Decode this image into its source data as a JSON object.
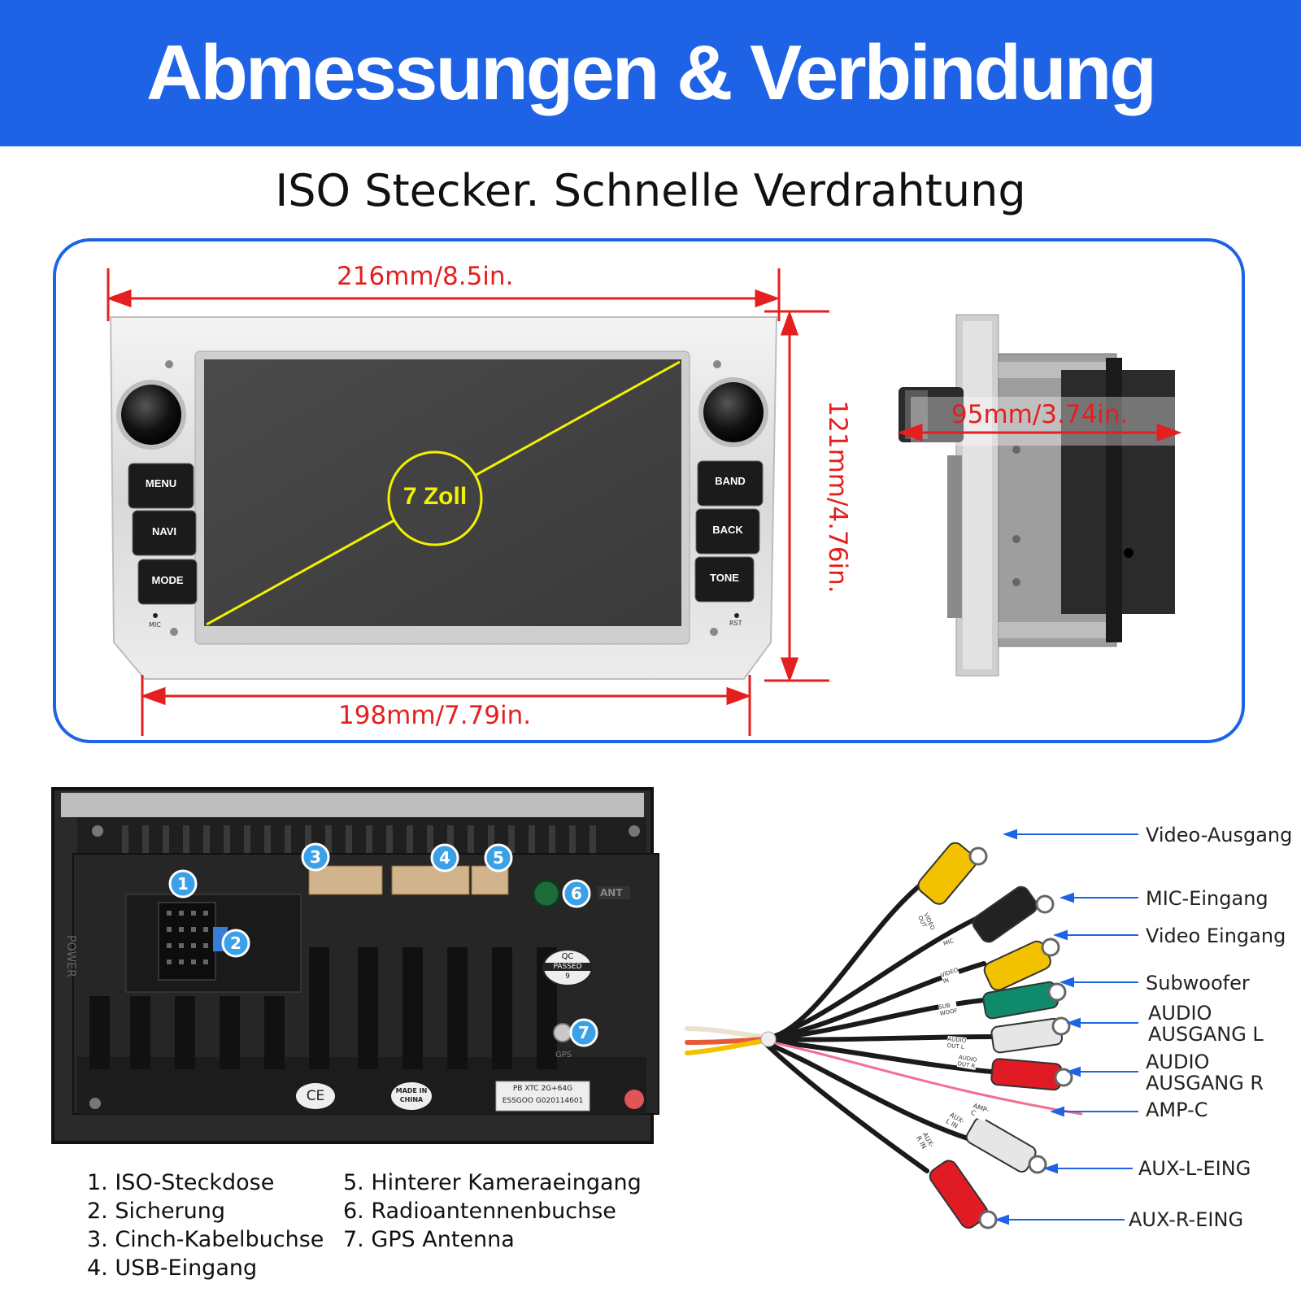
{
  "header": {
    "title": "Abmessungen & Verbindung",
    "background": "#1e63e6"
  },
  "subtitle": "ISO Stecker. Schnelle Verdrahtung",
  "dimensions": {
    "width_top": "216mm/8.5in.",
    "width_bottom": "198mm/7.79in.",
    "height": "121mm/4.76in.",
    "depth": "95mm/3.74in.",
    "color": "#e3201f"
  },
  "screen": {
    "size_label": "7 Zoll"
  },
  "buttons_left": [
    "MENU",
    "NAVI",
    "MODE"
  ],
  "buttons_right": [
    "BAND",
    "BACK",
    "TONE"
  ],
  "small_labels": {
    "mic": "MIC",
    "rst": "RST"
  },
  "back_panel": {
    "power": "POWER",
    "ant": "ANT",
    "gps": "GPS",
    "qc": [
      "QC",
      "PASSED",
      "9"
    ],
    "ce": "CE",
    "made_in": [
      "MADE IN",
      "CHINA"
    ],
    "sticker": [
      "PB XTC 2G+64G",
      "ESSGOO G020114601"
    ],
    "markers": [
      "1",
      "2",
      "3",
      "4",
      "5",
      "6",
      "7"
    ]
  },
  "legend": {
    "left": [
      "1. ISO-Steckdose",
      "2. Sicherung",
      "3. Cinch-Kabelbuchse",
      "4. USB-Eingang"
    ],
    "right": [
      "5. Hinterer Kameraeingang",
      "6. Radioantennenbuchse",
      "7. GPS Antenna"
    ]
  },
  "cables": [
    {
      "label": "Video-Ausgang",
      "tag": "VIDEO OUT",
      "color": "#f2c200"
    },
    {
      "label": "MIC-Eingang",
      "tag": "MIC",
      "color": "#222222"
    },
    {
      "label": "Video Eingang",
      "tag": "VIDEO IN",
      "color": "#f2c200"
    },
    {
      "label": "Subwoofer",
      "tag": "SUB WOOF",
      "color": "#0f8a6a"
    },
    {
      "label": "AUDIO\nAUSGANG L",
      "tag": "AUDIO OUT L",
      "color": "#e6e6e6"
    },
    {
      "label": "AUDIO\nAUSGANG R",
      "tag": "AUDIO OUT R",
      "color": "#e01b24"
    },
    {
      "label": "AMP-C",
      "tag": "AMP-C",
      "color": "#e01b24"
    },
    {
      "label": "AUX-L-EING",
      "tag": "AUX-L IN",
      "color": "#e6e6e6"
    },
    {
      "label": "AUX-R-EING",
      "tag": "AUX-R IN",
      "color": "#e01b24"
    }
  ]
}
